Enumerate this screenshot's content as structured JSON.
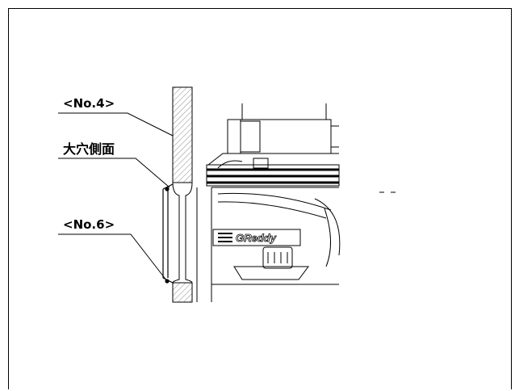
{
  "callouts": {
    "no4": "<No.4>",
    "side_face": "大穴側面",
    "no6": "<No.6>"
  },
  "logo_text": "GReddy",
  "colors": {
    "line": "#000000",
    "hatch": "#8a8a8a",
    "background": "#ffffff"
  }
}
